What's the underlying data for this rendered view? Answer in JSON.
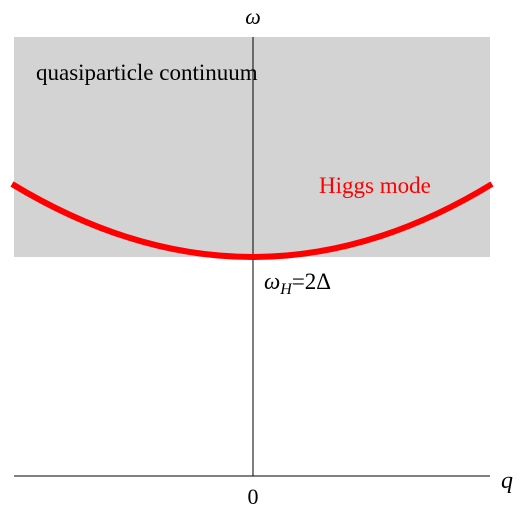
{
  "diagram": {
    "axes": {
      "y_label": "ω",
      "x_label": "q",
      "origin_label": "0"
    },
    "continuum": {
      "label": "quasiparticle continuum",
      "color": "#d3d3d3"
    },
    "higgs_mode": {
      "label": "Higgs mode",
      "color": "#ff0000"
    },
    "gap_label": {
      "omega": "ω",
      "subscript": "H",
      "rest": "=2Δ"
    }
  }
}
